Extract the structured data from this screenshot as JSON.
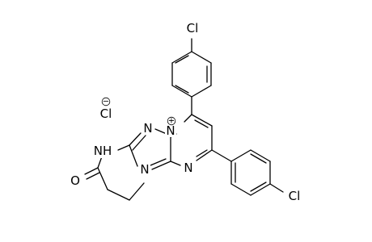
{
  "molecule": {
    "atoms": {
      "n_plus": "N",
      "n_a": "N",
      "n_b": "N",
      "n_c": "N",
      "nh": "NH",
      "o": "O",
      "cl_top": "Cl",
      "cl_right": "Cl",
      "chloride": "Cl"
    },
    "charges": {
      "n_plus": "+",
      "chloride": "−"
    }
  }
}
